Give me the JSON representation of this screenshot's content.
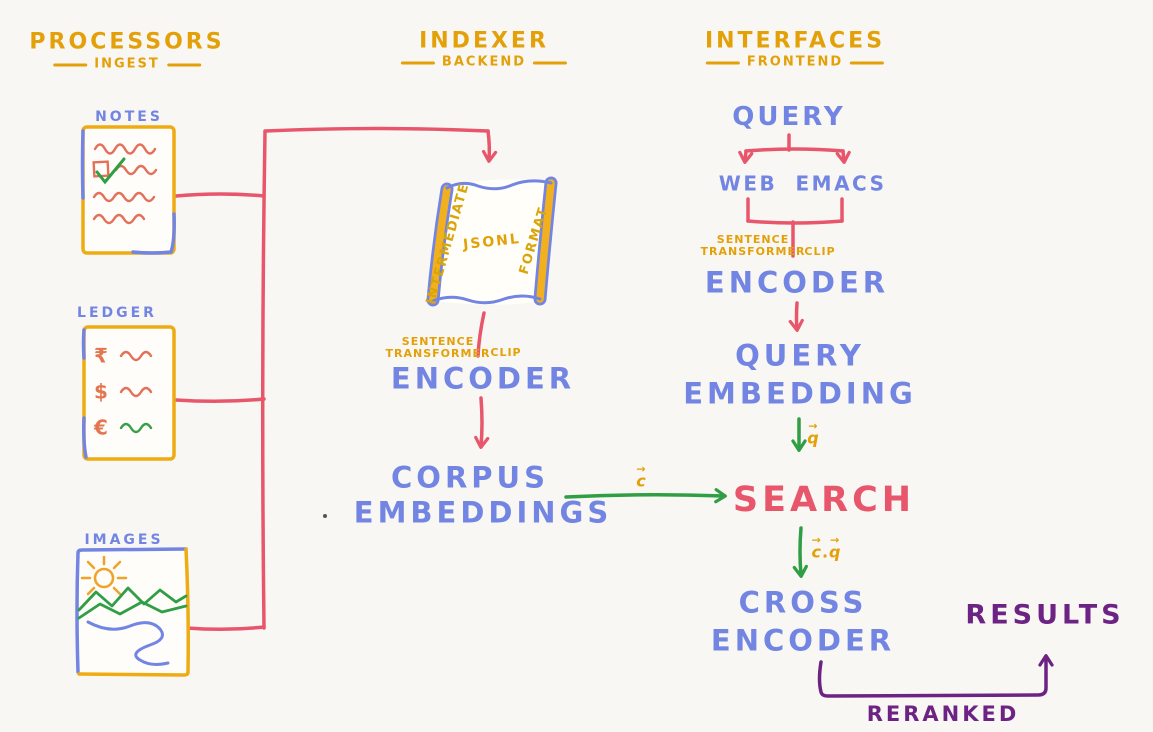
{
  "colors": {
    "background": "#f8f7f4",
    "gold": "#e3a008",
    "blue": "#7385e2",
    "red": "#e8566b",
    "green": "#2f9e44",
    "purple": "#6d2383",
    "orange": "#e4764f"
  },
  "header": {
    "processors": {
      "title": "PROCESSORS",
      "subtitle": "INGEST"
    },
    "indexer": {
      "title": "INDEXER",
      "subtitle": "BACKEND"
    },
    "interfaces": {
      "title": "INTERFACES",
      "subtitle": "FRONTEND"
    }
  },
  "processors": {
    "notes_label": "NOTES",
    "ledger_label": "LEDGER",
    "images_label": "IMAGES",
    "ledger_symbols": [
      "₹",
      "$",
      "€"
    ]
  },
  "indexer": {
    "scroll_left": "INTERMEDIATE",
    "scroll_center": "JSONL",
    "scroll_right": "FORMAT",
    "model_line1": "SENTENCE",
    "model_line2": "TRANSFORMER",
    "model_alt": "CLIP",
    "encoder": "ENCODER",
    "corpus_line1": "CORPUS",
    "corpus_line2": "EMBEDDINGS"
  },
  "interfaces": {
    "query": "QUERY",
    "web": "WEB",
    "emacs": "EMACS",
    "model_line1": "SENTENCE",
    "model_line2": "TRANSFORMER",
    "model_alt": "CLIP",
    "encoder": "ENCODER",
    "embedding_line1": "QUERY",
    "embedding_line2": "EMBEDDING",
    "search": "SEARCH",
    "cross_line1": "CROSS",
    "cross_line2": "ENCODER",
    "results": "RESULTS",
    "reranked": "RERANKED"
  },
  "vectors": {
    "arrow": "→",
    "c": "c",
    "q": "q",
    "dot": "."
  }
}
